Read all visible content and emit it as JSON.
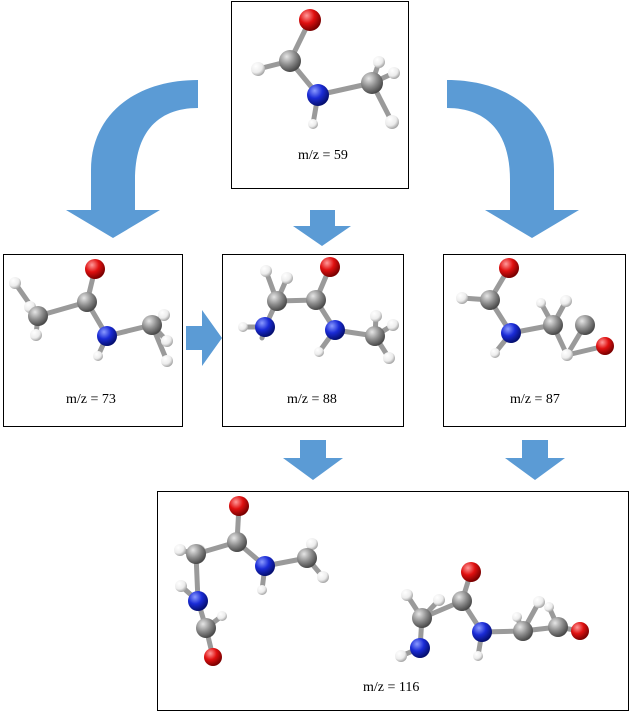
{
  "colors": {
    "arrow": "#5b9bd5",
    "carbon": "#8c8c8c",
    "oxygen": "#e01010",
    "nitrogen": "#1a2bd6",
    "hydrogen": "#f2f2f2",
    "bond": "#9a9a9a"
  },
  "molecules": {
    "top": {
      "label": "m/z = 59"
    },
    "left": {
      "label": "m/z = 73"
    },
    "middle": {
      "label": "m/z = 88"
    },
    "right": {
      "label": "m/z = 87"
    },
    "bottom": {
      "label": "m/z = 116"
    }
  }
}
